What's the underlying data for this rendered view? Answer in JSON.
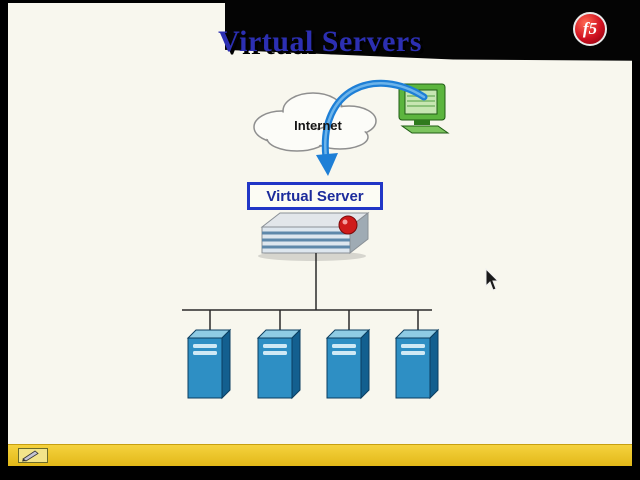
{
  "slide": {
    "title": "Virtual Servers",
    "logo": {
      "text": "f5"
    },
    "diagram": {
      "internet_label": "Internet",
      "virtual_server_label": "Virtual Server",
      "backend_server_count": 4
    },
    "colors": {
      "title_blue": "#2c2fb2",
      "slide_background": "#f8f7ee",
      "footer_yellow": "#ecc32a",
      "f5_red": "#d01020",
      "server_tower_blue": "#2e8fc4",
      "arrow_blue": "#1e7fd6",
      "virtual_server_border": "#2136c6"
    },
    "icons": {
      "logo": "f5-red-sphere",
      "internet": "cloud",
      "client": "green-computer",
      "device": "bigip-appliance",
      "backend": "blue-server-tower",
      "footer_tool": "pen-annotation-button",
      "pointer": "arrow-cursor"
    }
  }
}
